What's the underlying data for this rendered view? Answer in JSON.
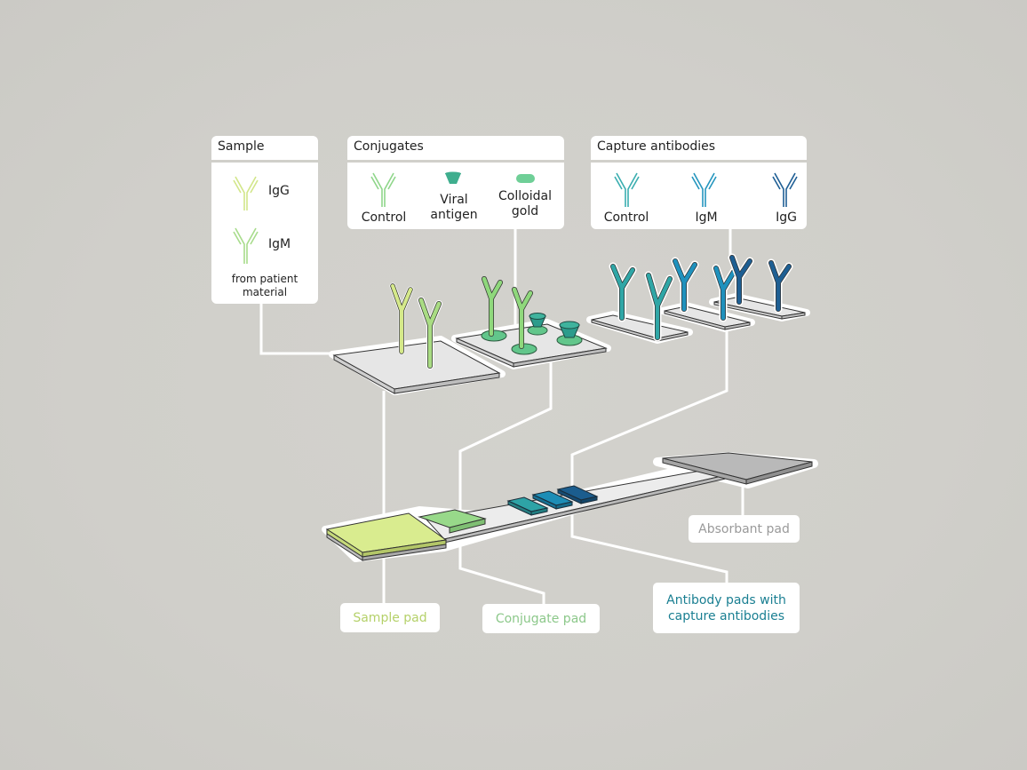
{
  "legend_boxes": {
    "sample": {
      "title": "Sample",
      "items": [
        {
          "label": "IgG",
          "color": "#d2e68a"
        },
        {
          "label": "IgM",
          "color": "#a8dc8c"
        }
      ],
      "note_line1": "from patient",
      "note_line2": "material"
    },
    "conjugates": {
      "title": "Conjugates",
      "items": [
        {
          "label": "Control",
          "color": "#8fd68a",
          "icon": "antibody-icon"
        },
        {
          "label_line1": "Viral",
          "label_line2": "antigen",
          "color": "#3fae8e",
          "icon": "viral-antigen-icon"
        },
        {
          "label_line1": "Colloidal",
          "label_line2": "gold",
          "color": "#6fcf97",
          "icon": "colloidal-gold-icon"
        }
      ]
    },
    "capture": {
      "title": "Capture antibodies",
      "items": [
        {
          "label": "Control",
          "color": "#3aaeb0"
        },
        {
          "label": "IgM",
          "color": "#2596be"
        },
        {
          "label": "IgG",
          "color": "#1f5f95"
        }
      ]
    }
  },
  "strip_labels": {
    "sample_pad": {
      "text": "Sample pad",
      "color": "#b5d16a"
    },
    "conjugate_pad": {
      "text": "Conjugate pad",
      "color": "#8cc88a"
    },
    "antibody_pads": {
      "line1": "Antibody pads with",
      "line2": "capture antibodies",
      "color": "#1a7f92"
    },
    "absorbant_pad": {
      "text": "Absorbant pad",
      "color": "#9a9a9a"
    }
  },
  "colors": {
    "background": "#d1d0cb",
    "sample_pad": "#d9ec8f",
    "conjugate_pad": "#98d98a",
    "strip": "#ececec",
    "absorbant_pad": "#b9b9b9",
    "control_line": "#2ea3a6",
    "igm_line": "#1d8db6",
    "igg_line": "#1b5d8e"
  }
}
